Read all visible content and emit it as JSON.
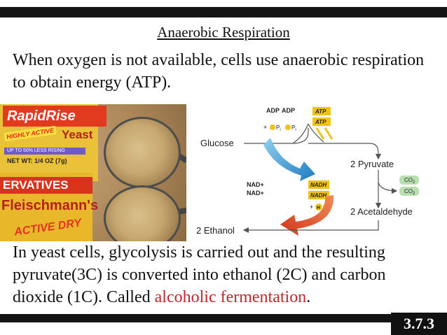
{
  "slide": {
    "title": "Anaerobic Respiration",
    "intro": "When oxygen is not available, cells use anaerobic respiration to obtain energy (ATP).",
    "body_before": "In yeast cells, glycolysis is carried out and the resulting pyruvate(3C) is converted into ethanol (2C) and carbon dioxide (1C). Called ",
    "body_highlight": "alcoholic fermentation",
    "body_after": ".",
    "badge": "3.7.3",
    "highlight_color": "#c0282d"
  },
  "photo": {
    "pkg1_brand": "RapidRise",
    "pkg1_tag": "HIGHLY ACTIVE",
    "pkg1_yeast": "Yeast",
    "pkg1_strip": "UP TO 50% LESS RISING",
    "pkg1_net": "NET WT: 1/4 OZ (7g)",
    "pkg2_vatives": "ERVATIVES",
    "pkg2_brand": "Fleischmann's",
    "pkg2_active": "ACTIVE DRY"
  },
  "diagram": {
    "adp1": "ADP",
    "adp2": "ADP",
    "plus1": "+",
    "pi1": "P",
    "pi1_sub": "i",
    "pi2": "P",
    "pi2_sub": "i",
    "atp1": "ATP",
    "atp2": "ATP",
    "glucose": "Glucose",
    "pyruvate": "2 Pyruvate",
    "nad1": "NAD+",
    "nad2": "NAD+",
    "nadh1": "NADH",
    "nadh2": "NADH",
    "co2_1": "CO",
    "co2_1_sub": "2",
    "co2_2": "CO",
    "co2_2_sub": "2",
    "plus2": "+",
    "h": "H",
    "acetaldehyde": "2 Acetaldehyde",
    "ethanol": "2 Ethanol"
  }
}
